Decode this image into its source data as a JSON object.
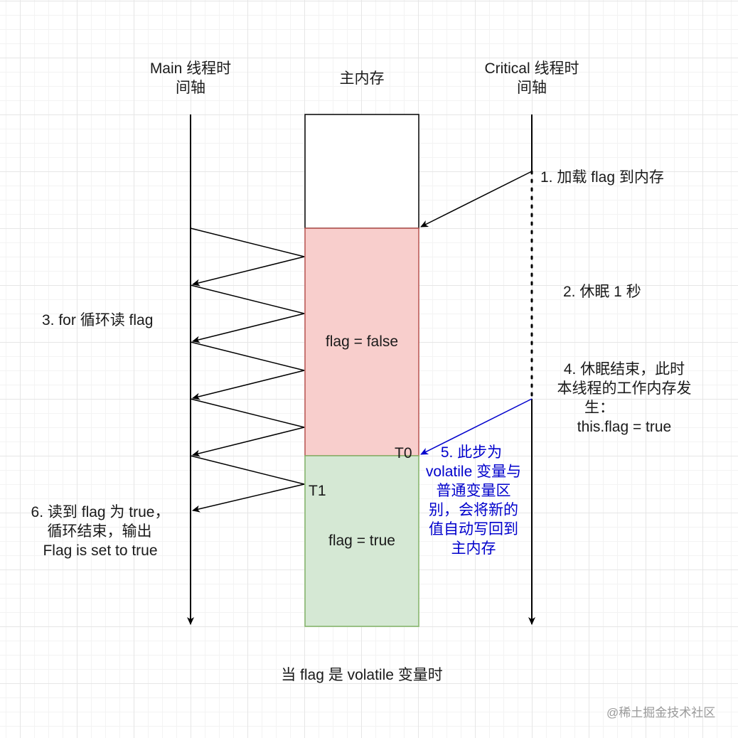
{
  "headers": {
    "main_timeline": [
      "Main 线程时",
      "间轴"
    ],
    "main_memory": "主内存",
    "critical_timeline": [
      "Critical 线程时",
      "间轴"
    ]
  },
  "memory": {
    "false_label": "flag = false",
    "true_label": "flag = true",
    "colors": {
      "false_fill": "#f8cecc",
      "false_stroke": "#b85450",
      "true_fill": "#d5e8d4",
      "true_stroke": "#82b366"
    }
  },
  "markers": {
    "t0": "T0",
    "t1": "T1"
  },
  "steps": {
    "step1": "1. 加载 flag 到内存",
    "step2": "2.  休眠 1 秒",
    "step3": "3. for 循环读 flag",
    "step4": [
      "4.  休眠结束，此时",
      "本线程的工作内存发",
      "生：",
      "this.flag = true"
    ],
    "step5": [
      "5. 此步为",
      "volatile 变量与",
      "普通变量区",
      "别，会将新的",
      "值自动写回到",
      "主内存"
    ],
    "step6": [
      "6. 读到 flag 为 true，",
      "循环结束，输出",
      "Flag is set to true"
    ]
  },
  "caption": "当 flag 是 volatile 变量时",
  "watermark": "@稀土掘金技术社区",
  "accent_blue": "#0000cc"
}
